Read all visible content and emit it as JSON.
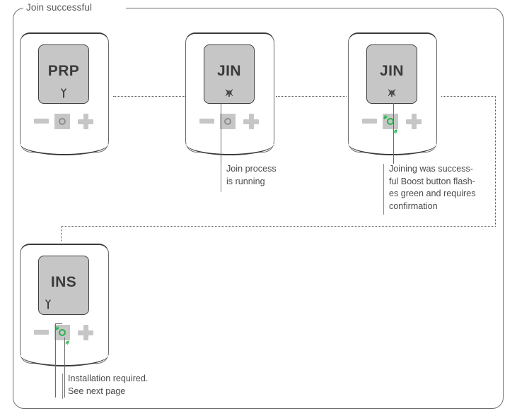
{
  "frame": {
    "caption": "Join successful"
  },
  "devices": [
    {
      "id": "device-prp",
      "name": "thermostat-prp",
      "screen_text": "PRP",
      "screen_icon": "wrench-icon",
      "boost_state": "idle",
      "boost_color": "#8e8e8e"
    },
    {
      "id": "device-jin-running",
      "name": "thermostat-jin-running",
      "screen_text": "JIN",
      "screen_icon": "antenna-icon",
      "boost_state": "idle",
      "boost_color": "#8e8e8e"
    },
    {
      "id": "device-jin-success",
      "name": "thermostat-jin-success",
      "screen_text": "JIN",
      "screen_icon": "antenna-icon",
      "boost_state": "flashing-green",
      "boost_color": "#2bb24c"
    },
    {
      "id": "device-ins",
      "name": "thermostat-ins",
      "screen_text": "INS",
      "screen_icon": "wrench-icon",
      "boost_state": "flashing-green",
      "boost_color": "#2bb24c"
    }
  ],
  "callouts": [
    {
      "id": "callout-join-running",
      "text": "Join process\nis running"
    },
    {
      "id": "callout-join-success",
      "text": "Joining was success-\nful Boost button flash-\nes green and requires\nconfirmation"
    },
    {
      "id": "callout-installation",
      "text": "Installation required.\nSee next page"
    }
  ],
  "keys": {
    "minus_label": "minus-key",
    "boost_label": "boost-key",
    "plus_label": "plus-key"
  },
  "colors": {
    "frame_border": "#6e6e6e",
    "device_outline": "#6a6a6a",
    "screen_fill": "#c6c6c6",
    "key_fill": "#c6c6c6",
    "text": "#4a4a4a",
    "green_accent": "#2bb24c",
    "connector": "#555555"
  }
}
